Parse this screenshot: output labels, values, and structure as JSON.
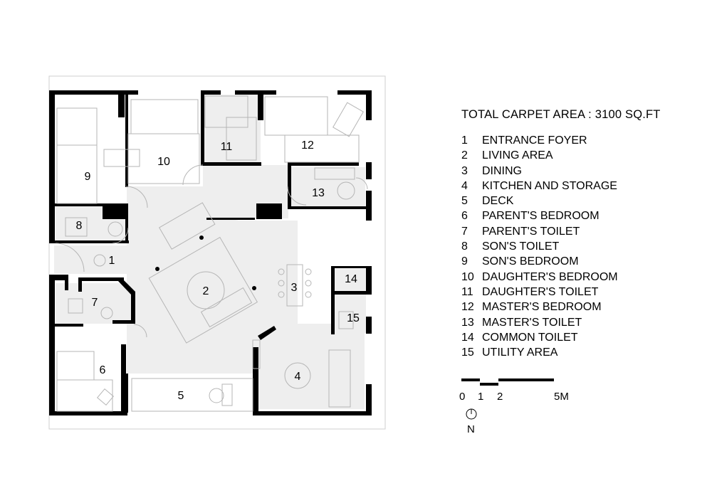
{
  "plan": {
    "room_numbers": [
      "1",
      "2",
      "3",
      "4",
      "5",
      "6",
      "7",
      "8",
      "9",
      "10",
      "11",
      "12",
      "13",
      "14",
      "15"
    ]
  },
  "legend": {
    "title": "TOTAL CARPET AREA : 3100 SQ.FT",
    "items": [
      {
        "num": "1",
        "label": "ENTRANCE FOYER"
      },
      {
        "num": "2",
        "label": "LIVING AREA"
      },
      {
        "num": "3",
        "label": "DINING"
      },
      {
        "num": "4",
        "label": "KITCHEN AND STORAGE"
      },
      {
        "num": "5",
        "label": "DECK"
      },
      {
        "num": "6",
        "label": "PARENT'S BEDROOM"
      },
      {
        "num": "7",
        "label": "PARENT'S TOILET"
      },
      {
        "num": "8",
        "label": "SON'S TOILET"
      },
      {
        "num": "9",
        "label": "SON'S BEDROOM"
      },
      {
        "num": "10",
        "label": "DAUGHTER'S BEDROOM"
      },
      {
        "num": "11",
        "label": "DAUGHTER'S TOILET"
      },
      {
        "num": "12",
        "label": "MASTER'S BEDROOM"
      },
      {
        "num": "13",
        "label": "MASTER'S TOILET"
      },
      {
        "num": "14",
        "label": "COMMON TOILET"
      },
      {
        "num": "15",
        "label": "UTILITY AREA"
      }
    ]
  },
  "scale": {
    "ticks": [
      "0",
      "1",
      "2",
      "5M"
    ],
    "north_label": "N"
  },
  "colors": {
    "wall": "#000000",
    "floor_shade": "#eeeeee",
    "furniture": "#b5b5b5"
  }
}
